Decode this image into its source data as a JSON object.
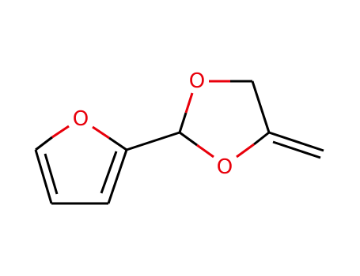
{
  "colors": {
    "carbon_bond": "#000000",
    "oxygen": "#e8000b",
    "background": "#ffffff"
  },
  "atoms": {
    "furan_oxygen": "O",
    "ring_oxygen_upper": "O",
    "ring_oxygen_lower": "O"
  }
}
